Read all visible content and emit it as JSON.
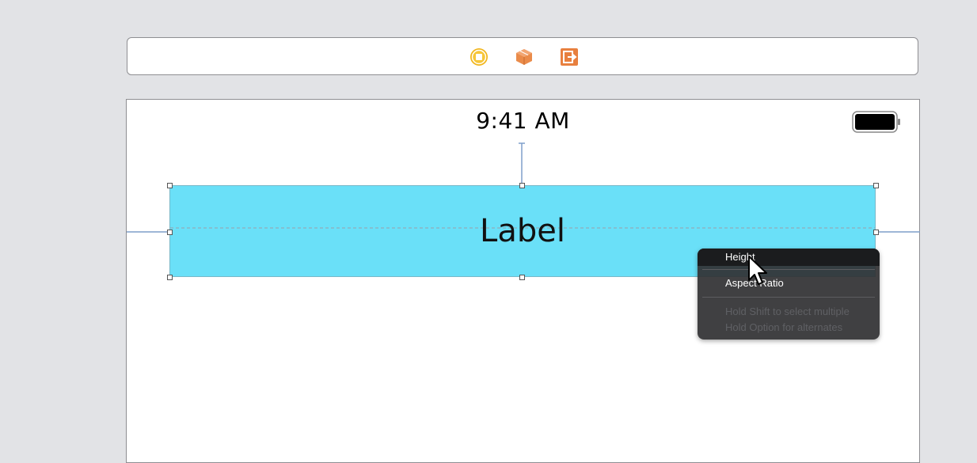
{
  "status_bar": {
    "time": "9:41 AM",
    "battery_icon": "battery-full-icon"
  },
  "scene_dock": {
    "icons": [
      "view-controller-icon",
      "first-responder-icon",
      "exit-icon"
    ],
    "colors": {
      "view_controller": "#f2b61c",
      "first_responder": "#ea8b4a",
      "exit": "#e8803f"
    }
  },
  "label_view": {
    "text": "Label",
    "background_color": "#6ae0f8"
  },
  "constraint_menu": {
    "items": [
      {
        "label": "Height",
        "highlighted": true
      },
      {
        "label": "Aspect Ratio",
        "highlighted": false
      }
    ],
    "hints": [
      "Hold Shift to select multiple",
      "Hold Option for alternates"
    ]
  },
  "colors": {
    "canvas_background": "#e2e3e6",
    "constraint_line": "#7f9fca",
    "menu_background": "#323234"
  }
}
